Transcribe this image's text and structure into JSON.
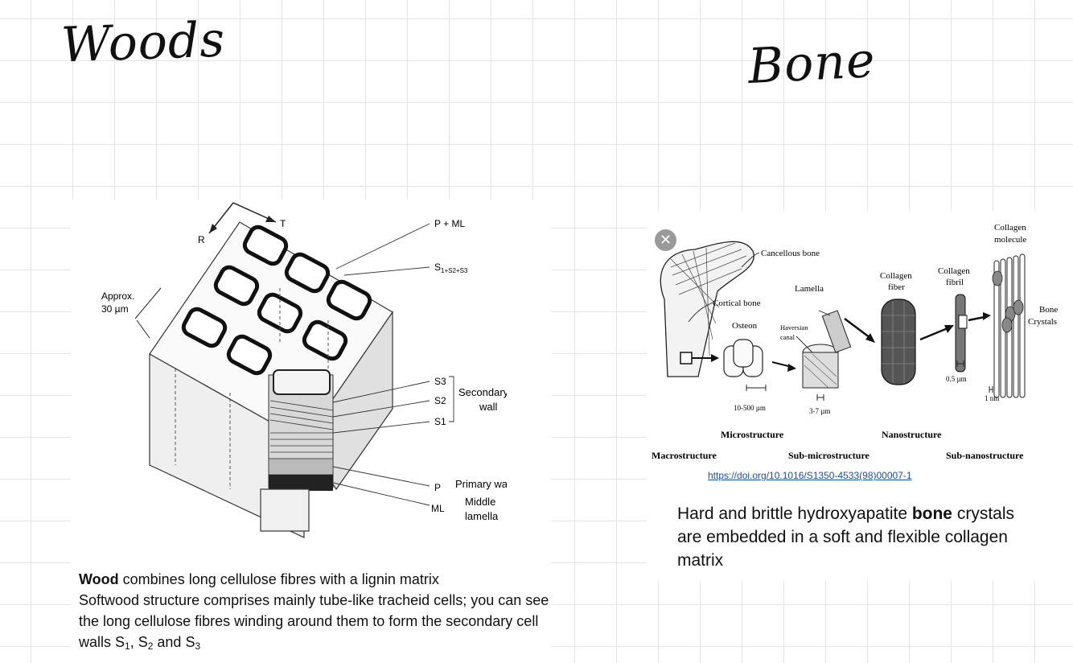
{
  "headings": {
    "left": "Woods",
    "right": "Bone"
  },
  "wood_figure": {
    "axis_r": "R",
    "axis_t": "T",
    "approx_label_1": "Approx.",
    "approx_label_2": "30 µm",
    "label_p_ml": "P + ML",
    "label_s_sum": "S",
    "label_s_sum_sub": "1+S2+S3",
    "label_s3": "S3",
    "label_s2": "S2",
    "label_s1": "S1",
    "secondary_wall_1": "Secondary",
    "secondary_wall_2": "wall",
    "label_p": "P",
    "primary_wall": "Primary wall",
    "label_ml": "ML",
    "middle_lamella_1": "Middle",
    "middle_lamella_2": "lamella"
  },
  "wood_caption": {
    "bold": "Wood",
    "line1_rest": " combines long cellulose fibres with a lignin matrix",
    "line2": "Softwood structure comprises mainly tube-like tracheid cells; you can see the long cellulose fibres winding around them to form the secondary cell walls S",
    "sub1": "1",
    "sep1": ", S",
    "sub2": "2",
    "sep2": " and S",
    "sub3": "3"
  },
  "bone_figure": {
    "close_symbol": "✕",
    "cancellous_bone": "Cancellous bone",
    "cortical_bone": "Cortical bone",
    "lamella": "Lamella",
    "osteon": "Osteon",
    "haversian_1": "Haversian",
    "haversian_2": "canal",
    "collagen_fiber_1": "Collagen",
    "collagen_fiber_2": "fiber",
    "collagen_fibril_1": "Collagen",
    "collagen_fibril_2": "fibril",
    "collagen_molecule_1": "Collagen",
    "collagen_molecule_2": "molecule",
    "bone_crystals_1": "Bone",
    "bone_crystals_2": "Crystals",
    "scale_osteon": "10-500 µm",
    "scale_lamella": "3-7 µm",
    "scale_fibril": "0.5 µm",
    "scale_molecule": "1 nm",
    "microstructure": "Microstructure",
    "nanostructure": "Nanostructure",
    "macrostructure": "Macrostructure",
    "sub_microstructure": "Sub-microstructure",
    "sub_nanostructure": "Sub-nanostructure"
  },
  "doi_link": "https://doi.org/10.1016/S1350-4533(98)00007-1",
  "bone_caption": {
    "line_start": "Hard and brittle hydroxyapatite ",
    "bold": "bone",
    "line_end": " crystals are embedded in a soft and flexible collagen matrix"
  }
}
